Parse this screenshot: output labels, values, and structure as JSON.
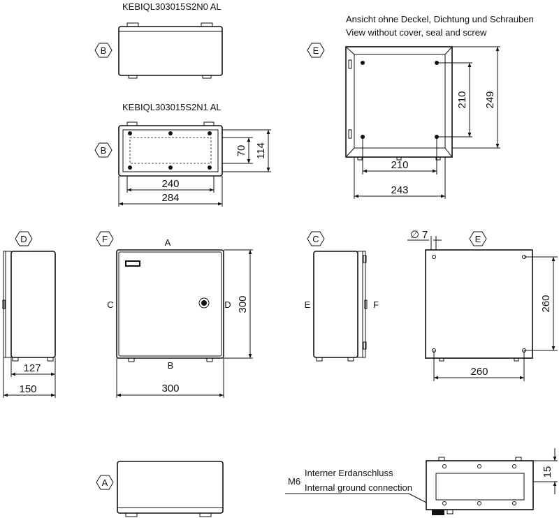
{
  "titles": {
    "model_n0": "KEBIQL303015S2N0 AL",
    "model_n1": "KEBIQL303015S2N1 AL",
    "note_de": "Ansicht ohne Deckel, Dichtung und Schrauben",
    "note_en": "View without cover, seal and screw"
  },
  "view_markers": {
    "b1": "B",
    "b2": "B",
    "e1": "E",
    "d": "D",
    "f": "F",
    "c": "C",
    "e2": "E",
    "a": "A"
  },
  "side_letters": {
    "top": "A",
    "left": "C",
    "right": "D",
    "bottom": "B",
    "c_left": "E",
    "c_right": "F"
  },
  "dimensions": {
    "b_inner_width": "240",
    "b_outer_width": "284",
    "b_inner_height": "70",
    "b_outer_height": "114",
    "e_hole_height": "210",
    "e_outer_height": "249",
    "e_hole_width": "210",
    "e_outer_width": "243",
    "d_depth_inner": "127",
    "d_depth_outer": "150",
    "f_height": "300",
    "f_width": "300",
    "hole_diameter_symbol": "∅",
    "hole_diameter": "7",
    "rear_hole_height": "260",
    "rear_hole_width": "260",
    "ground_offset": "15"
  },
  "ground": {
    "thread": "M6",
    "label_de": "Interner Erdanschluss",
    "label_en": "Internal ground connection"
  }
}
